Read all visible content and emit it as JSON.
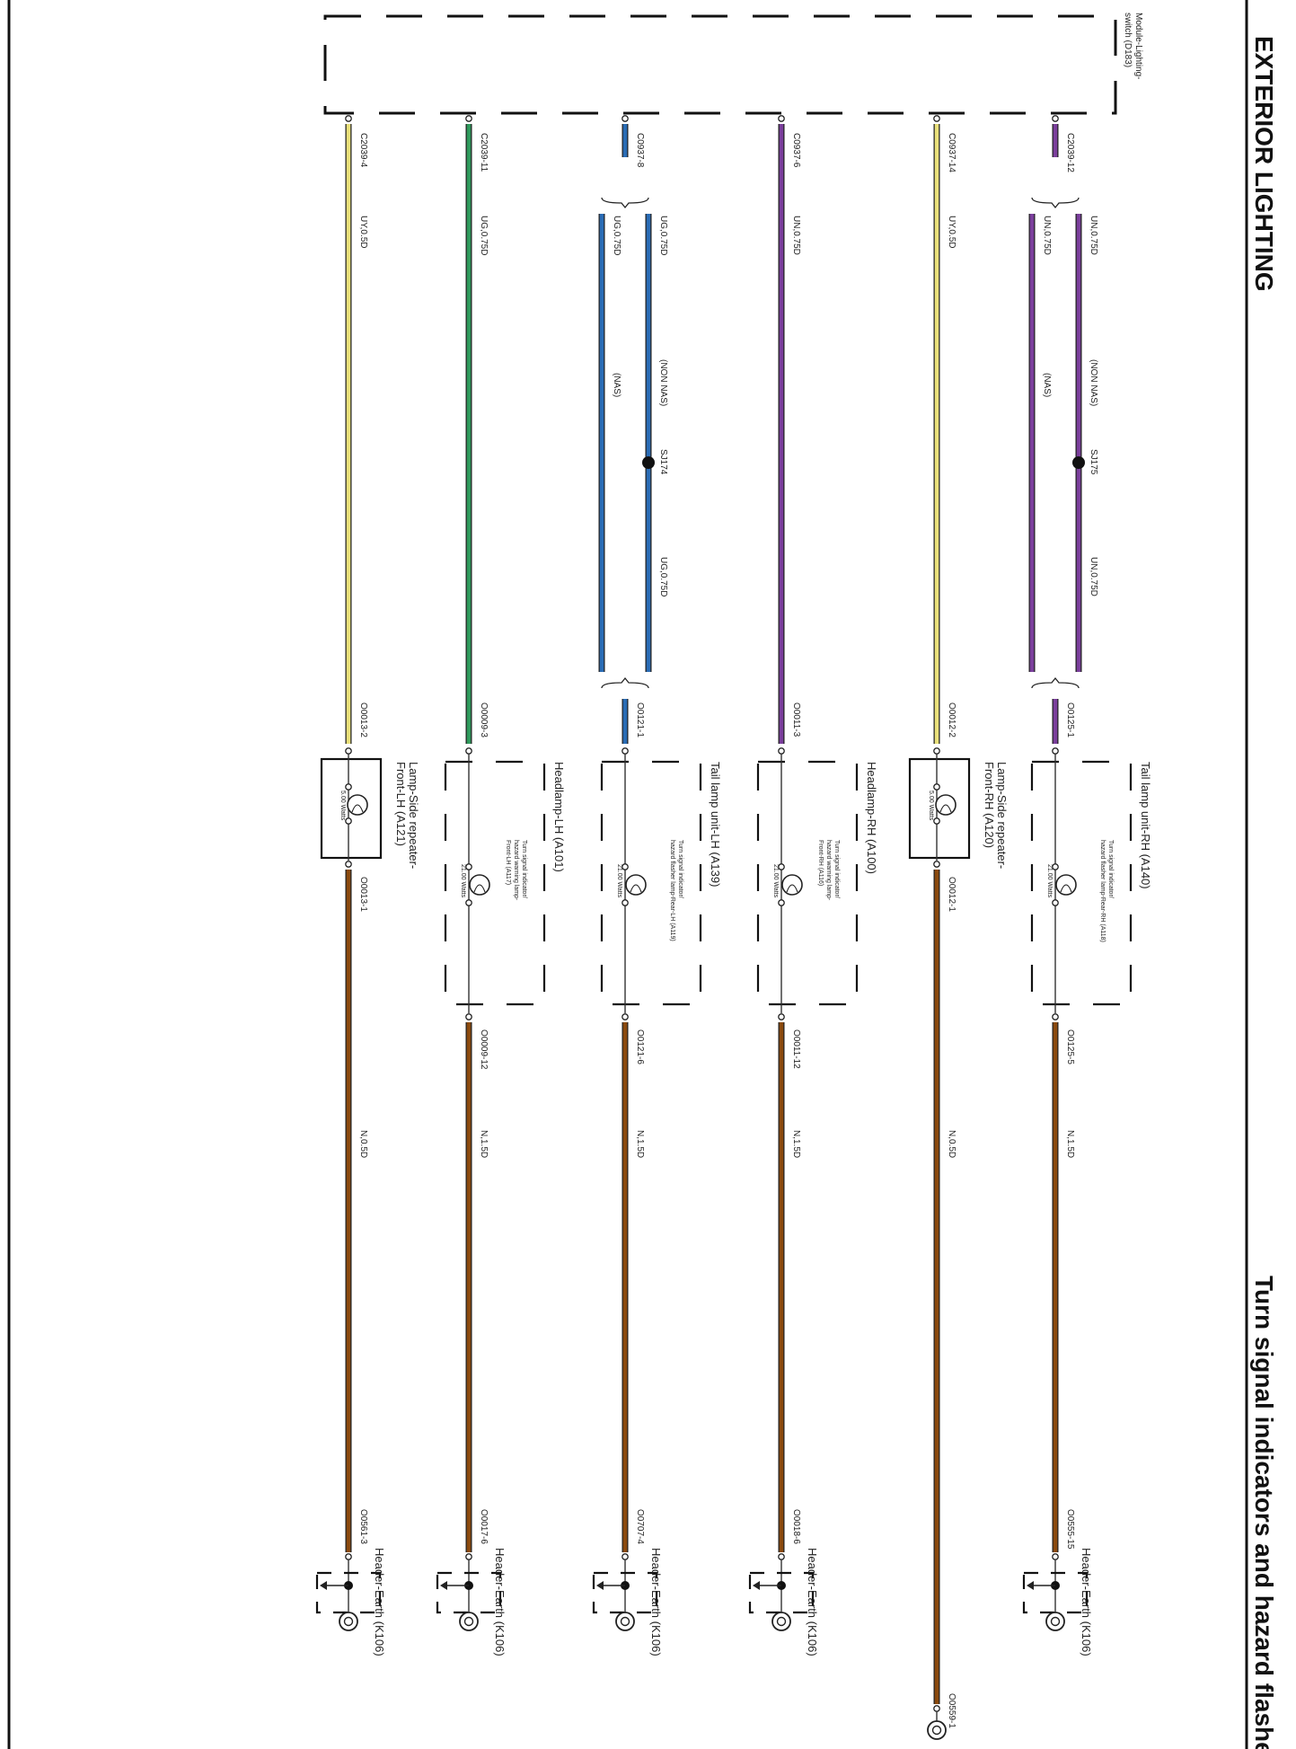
{
  "page": {
    "section_title": "EXTERIOR LIGHTING",
    "diagram_title": "Turn signal indicators and hazard flashers"
  },
  "colors": {
    "brown": "#8b4a0e",
    "yellow": "#e9e07a",
    "green": "#2f9a5c",
    "blue": "#2a6cb5",
    "purple": "#7b3f9c",
    "line": "#333333"
  },
  "module": {
    "name_line1": "Module-Lighting-",
    "name_line2": "switch (D183)"
  },
  "splices": [
    "SJ174",
    "SJ175"
  ],
  "circuits": [
    {
      "id": "c1",
      "color": "yellow",
      "top_connector": "C2039-4",
      "top_wire": "UY,0.5D",
      "lamp_connector_in": "O0013-2",
      "lamp_type": "repeater",
      "lamp_name_line1": "Lamp-Side repeater-",
      "lamp_name_line2": "Front-LH (A121)",
      "lamp_watts": "5.00 Watts",
      "lamp_connector_out": "O0013-1",
      "earth_wire": "N,0.5D",
      "earth_connector": "O0561-3",
      "earth_name": "Header-Earth (K106)"
    },
    {
      "id": "c2",
      "color": "green",
      "top_connector": "C2039-11",
      "top_wire": "UG,0.75D",
      "lamp_connector_in": "O0009-3",
      "lamp_type": "bracket",
      "unit_name": "Headlamp-LH (A101)",
      "lamp_desc_line1": "Turn signal indicator/",
      "lamp_desc_line2": "hazard warning lamp-",
      "lamp_desc_line3": "Front-LH (A117)",
      "lamp_watts": "21.00 Watts",
      "lamp_connector_out": "O0009-12",
      "earth_wire": "N,1.5D",
      "earth_connector": "O0017-6",
      "earth_name": "Header-Earth (K106)"
    },
    {
      "id": "c3",
      "color": "blue",
      "split": true,
      "top_connector": "C0937-8",
      "branch_a_wire": "UG,0.75D",
      "branch_a_tag": "(NON NAS)",
      "branch_a_wire2": "UG,0.75D",
      "branch_b_wire": "UG,0.75D",
      "branch_b_tag": "(NAS)",
      "splice": "SJ174",
      "lamp_connector_in": "O0121-1",
      "lamp_type": "bracket",
      "unit_name": "Tail lamp unit-LH (A139)",
      "lamp_desc_line1": "Turn signal indicator/",
      "lamp_desc_line2": "hazard flasher lamp-Rear-LH (A119)",
      "lamp_desc_line3": "",
      "lamp_watts": "21.00 Watts",
      "lamp_connector_out": "O0121-6",
      "earth_wire": "N,1.5D",
      "earth_connector": "O0707-4",
      "earth_name": "Header-Earth (K106)"
    },
    {
      "id": "c4",
      "color": "purple",
      "top_connector": "C0937-6",
      "top_wire": "UN,0.75D",
      "lamp_connector_in": "O0011-3",
      "lamp_type": "bracket",
      "unit_name": "Headlamp-RH (A100)",
      "lamp_desc_line1": "Turn signal indicator/",
      "lamp_desc_line2": "hazard warning lamp-",
      "lamp_desc_line3": "Front-RH (A116)",
      "lamp_watts": "21.00 Watts",
      "lamp_connector_out": "O0011-12",
      "earth_wire": "N,1.5D",
      "earth_connector": "O0018-6",
      "earth_name": "Header-Earth (K106)"
    },
    {
      "id": "c5",
      "color": "yellow",
      "top_connector": "C0937-14",
      "top_wire": "UY,0.5D",
      "lamp_connector_in": "O0012-2",
      "lamp_type": "repeater",
      "lamp_name_line1": "Lamp-Side repeater-",
      "lamp_name_line2": "Front-RH (A120)",
      "lamp_watts": "5.00 Watts",
      "lamp_connector_out": "O0012-1",
      "earth_wire": "N,0.5D",
      "earth_connector": "O0559-1",
      "earth_name": ""
    },
    {
      "id": "c6",
      "color": "purple",
      "split": true,
      "top_connector": "C2039-12",
      "branch_a_wire": "UN,0.75D",
      "branch_a_tag": "(NON NAS)",
      "branch_a_wire2": "UN,0.75D",
      "branch_b_wire": "UN,0.75D",
      "branch_b_tag": "(NAS)",
      "splice": "SJ175",
      "lamp_connector_in": "O0125-1",
      "lamp_type": "bracket",
      "unit_name": "Tail lamp unit-RH (A140)",
      "lamp_desc_line1": "Turn signal indicator/",
      "lamp_desc_line2": "hazard flasher lamp-Rear-RH (A118)",
      "lamp_desc_line3": "",
      "lamp_watts": "21.00 Watts",
      "lamp_connector_out": "O0125-5",
      "earth_wire": "N,1.5D",
      "earth_connector": "O0555-15",
      "earth_name": "Header-Earth (K106)"
    }
  ]
}
